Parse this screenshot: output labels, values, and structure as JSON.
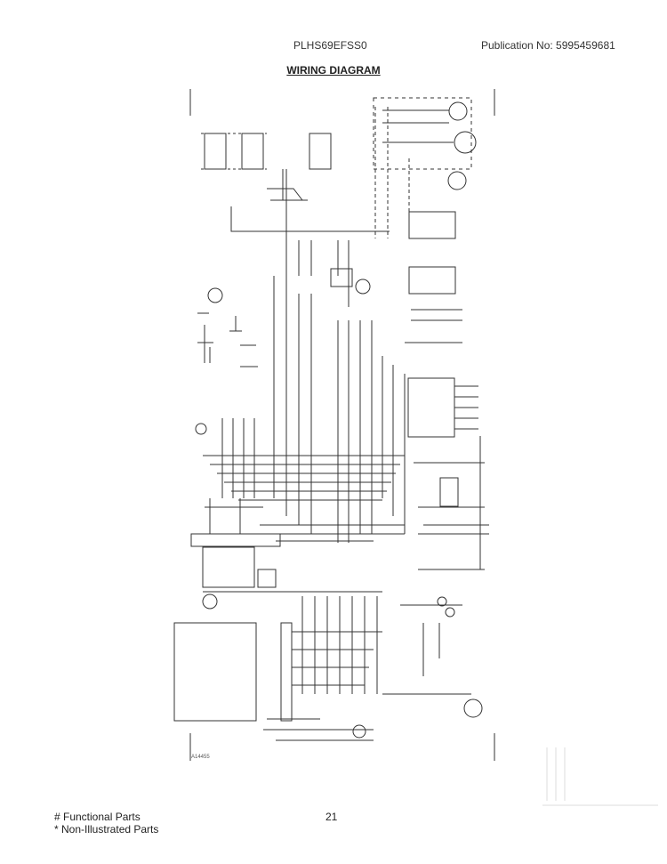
{
  "header": {
    "model": "PLHS69EFSS0",
    "publication": "Publication No:  5995459681",
    "title": "WIRING DIAGRAM"
  },
  "footer": {
    "functional_parts": "# Functional Parts",
    "non_illustrated_parts": "* Non-Illustrated Parts",
    "page_number": "21"
  },
  "diagram": {
    "corner_label": "A14455"
  }
}
